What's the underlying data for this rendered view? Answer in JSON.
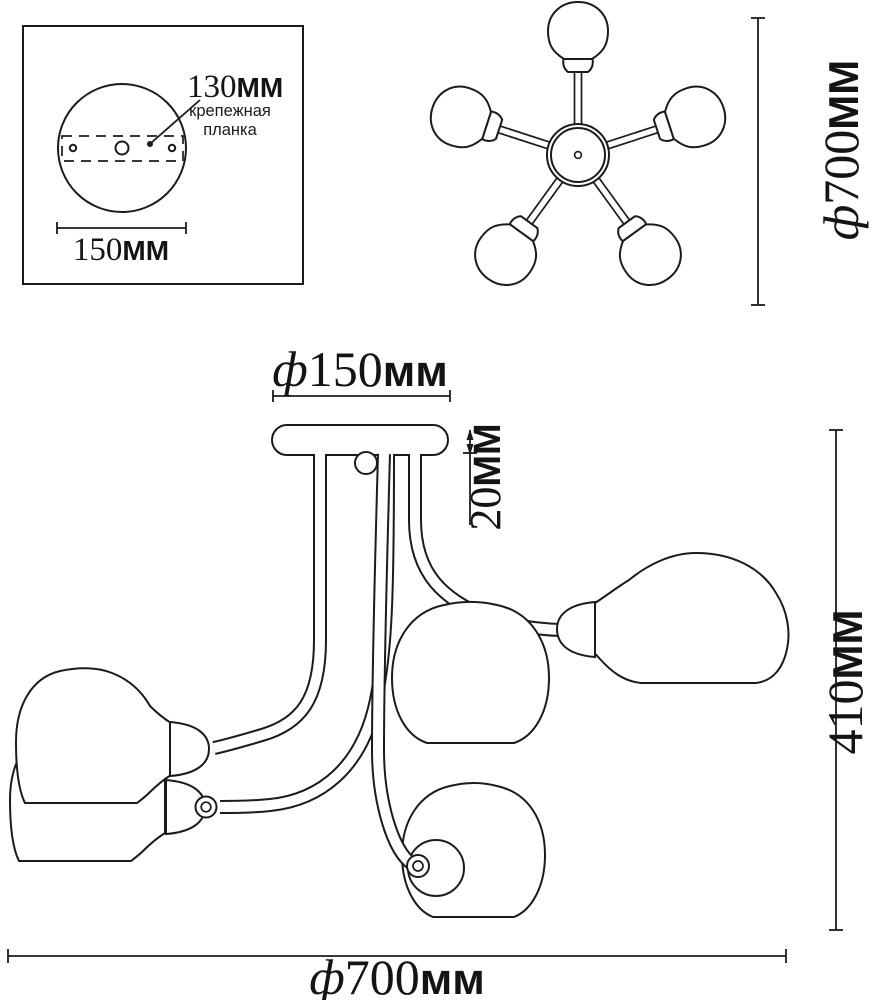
{
  "drawing": {
    "mount_panel": {
      "spacing_label": {
        "value": "130",
        "unit": "MM"
      },
      "caption_line1": "крепежная",
      "caption_line2": "планка",
      "width_label": {
        "value": "150",
        "unit": "MM"
      }
    },
    "top_view": {
      "diameter_label": {
        "phi": "ф",
        "value": "700",
        "unit": "MM"
      }
    },
    "side_view": {
      "canopy_diameter_label": {
        "phi": "ф",
        "value": "150",
        "unit": "мм"
      },
      "canopy_depth_label": {
        "value": "20",
        "unit": "MM"
      },
      "height_label": {
        "value": "410",
        "unit": "MM"
      },
      "diameter_label": {
        "phi": "ф",
        "value": "700",
        "unit": "мм"
      }
    }
  },
  "colors": {
    "line": "#1b1b1b",
    "background": "#ffffff"
  }
}
